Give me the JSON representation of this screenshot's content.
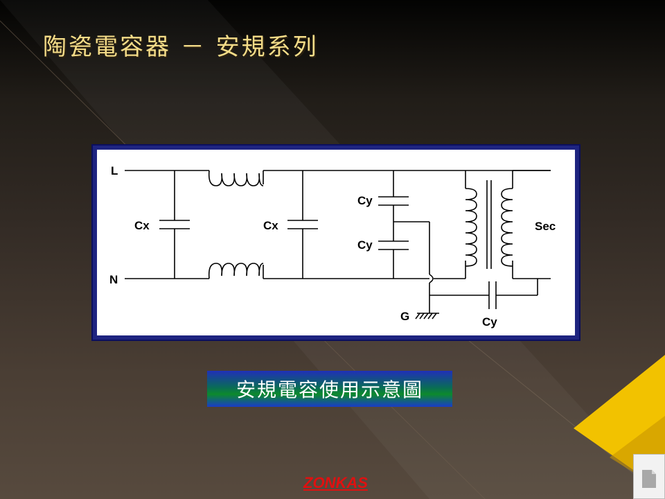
{
  "slide": {
    "title": "陶瓷電容器 － 安規系列",
    "caption": "安規電容使用示意圖",
    "brand": "ZONKAS"
  },
  "diagram": {
    "labels": {
      "line": "L",
      "neutral": "N",
      "cx_left": "Cx",
      "cx_right": "Cx",
      "cy_top": "Cy",
      "cy_bottom": "Cy",
      "cy_ground": "Cy",
      "ground": "G",
      "secondary": "Sec"
    }
  },
  "colors": {
    "title": "#f4dc88",
    "brand": "#e01010",
    "accent_triangle": "#f2c200",
    "frame": "#1e2480"
  },
  "icons": {
    "next_page": "page-icon"
  }
}
